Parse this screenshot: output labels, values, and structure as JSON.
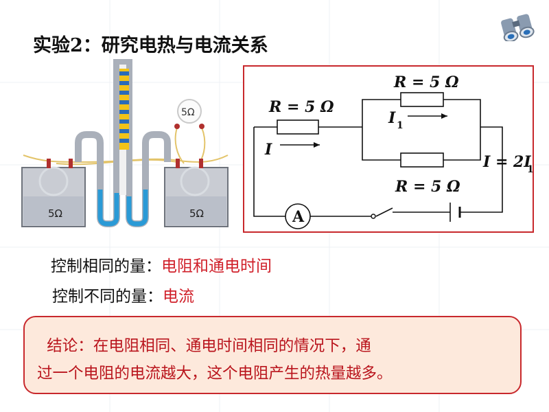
{
  "slide": {
    "title": "实验2：研究电热与电流关系",
    "line1_label": "控制相同的量：",
    "line1_value": "电阻和通电时间",
    "line2_label": "控制不同的量：",
    "line2_value": "电流",
    "conclusion_line1": "  结论：在电阻相同、通电时间相同的情况下，通",
    "conclusion_line2": "过一个电阻的电流越大，这个电阻产生的热量越多。"
  },
  "apparatus": {
    "left_container_label": "5Ω",
    "right_container_label": "5Ω",
    "external_resistor_label": "5Ω"
  },
  "circuit": {
    "r_left": "R = 5 Ω",
    "r_top": "R = 5 Ω",
    "r_bottom": "R = 5 Ω",
    "current_main": "I",
    "current_branch": "I",
    "current_branch_sub": "1",
    "current_right": "I = 2I",
    "current_right_sub": "1",
    "ammeter": "A"
  },
  "colors": {
    "accent_red": "#d0202a",
    "border_red": "#c8282c",
    "conclusion_bg": "#fde9dc"
  }
}
